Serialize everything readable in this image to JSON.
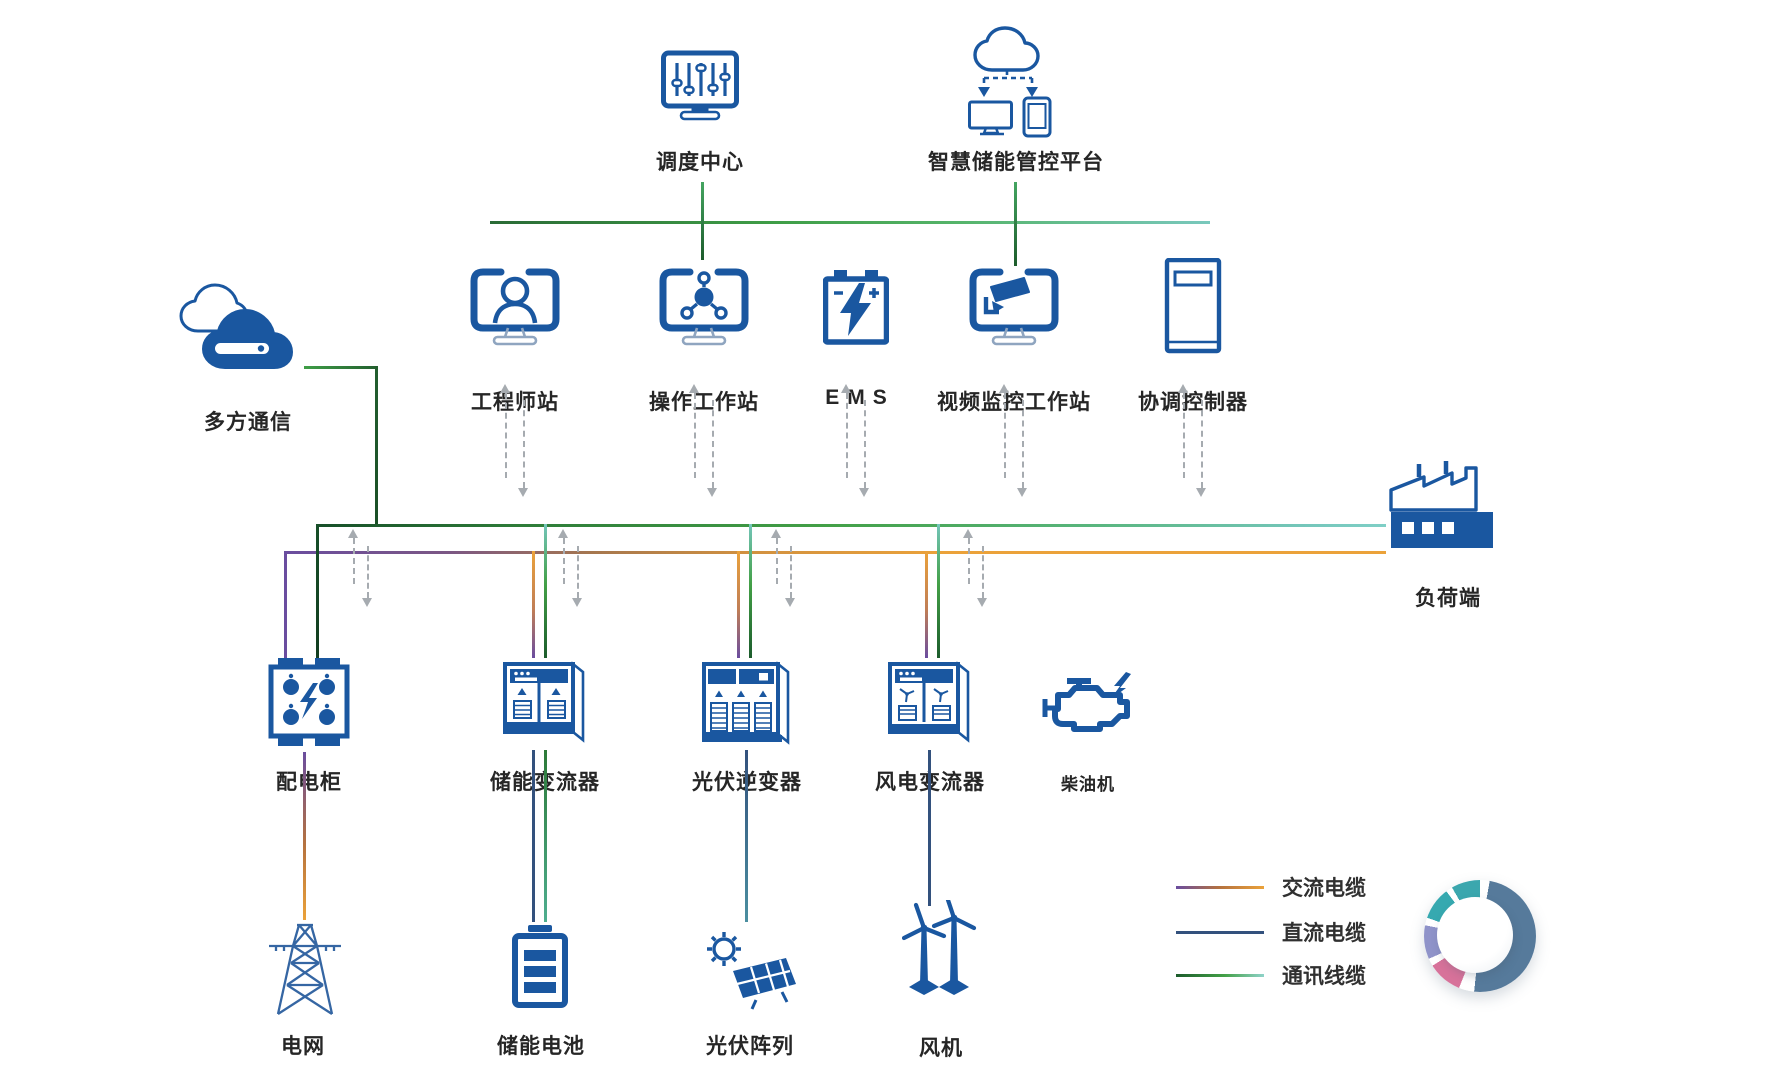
{
  "nodes": {
    "dispatch_center": {
      "label": "调度中心"
    },
    "smart_platform": {
      "label": "智慧储能管控平台"
    },
    "multi_comm": {
      "label": "多方通信"
    },
    "load_side": {
      "label": "负荷端"
    }
  },
  "workstations": [
    {
      "label": "工程师站"
    },
    {
      "label": "操作工作站"
    },
    {
      "label": "EMS"
    },
    {
      "label": "视频监控工作站"
    },
    {
      "label": "协调控制器"
    }
  ],
  "devices": [
    {
      "label": "配电柜"
    },
    {
      "label": "储能变流器"
    },
    {
      "label": "光伏逆变器"
    },
    {
      "label": "风电变流器"
    },
    {
      "label": "柴油机"
    }
  ],
  "sources": [
    {
      "label": "电网"
    },
    {
      "label": "储能电池"
    },
    {
      "label": "光伏阵列"
    },
    {
      "label": "风机"
    }
  ],
  "legend": [
    {
      "label": "交流电缆",
      "colors": [
        "#6a4d9f",
        "#eba23a"
      ]
    },
    {
      "label": "直流电缆",
      "colors": [
        "#33517d"
      ]
    },
    {
      "label": "通讯线缆",
      "colors": [
        "#1c5c2c",
        "#43a047",
        "#8fd3c9"
      ]
    }
  ],
  "colors": {
    "icon_blue": "#1a57a0",
    "ac_purple": "#6a4d9f",
    "ac_orange": "#eba23a",
    "dc_navy": "#33517d",
    "comm_dark_green": "#1c5c2c",
    "comm_green": "#43a047",
    "comm_teal": "#7fcfc6",
    "arrow_gray": "#a6abb0",
    "logo_slate": "#567a9b",
    "logo_pink": "#d7729a",
    "logo_lavender": "#8f93c9",
    "logo_teal": "#36a9b0"
  }
}
